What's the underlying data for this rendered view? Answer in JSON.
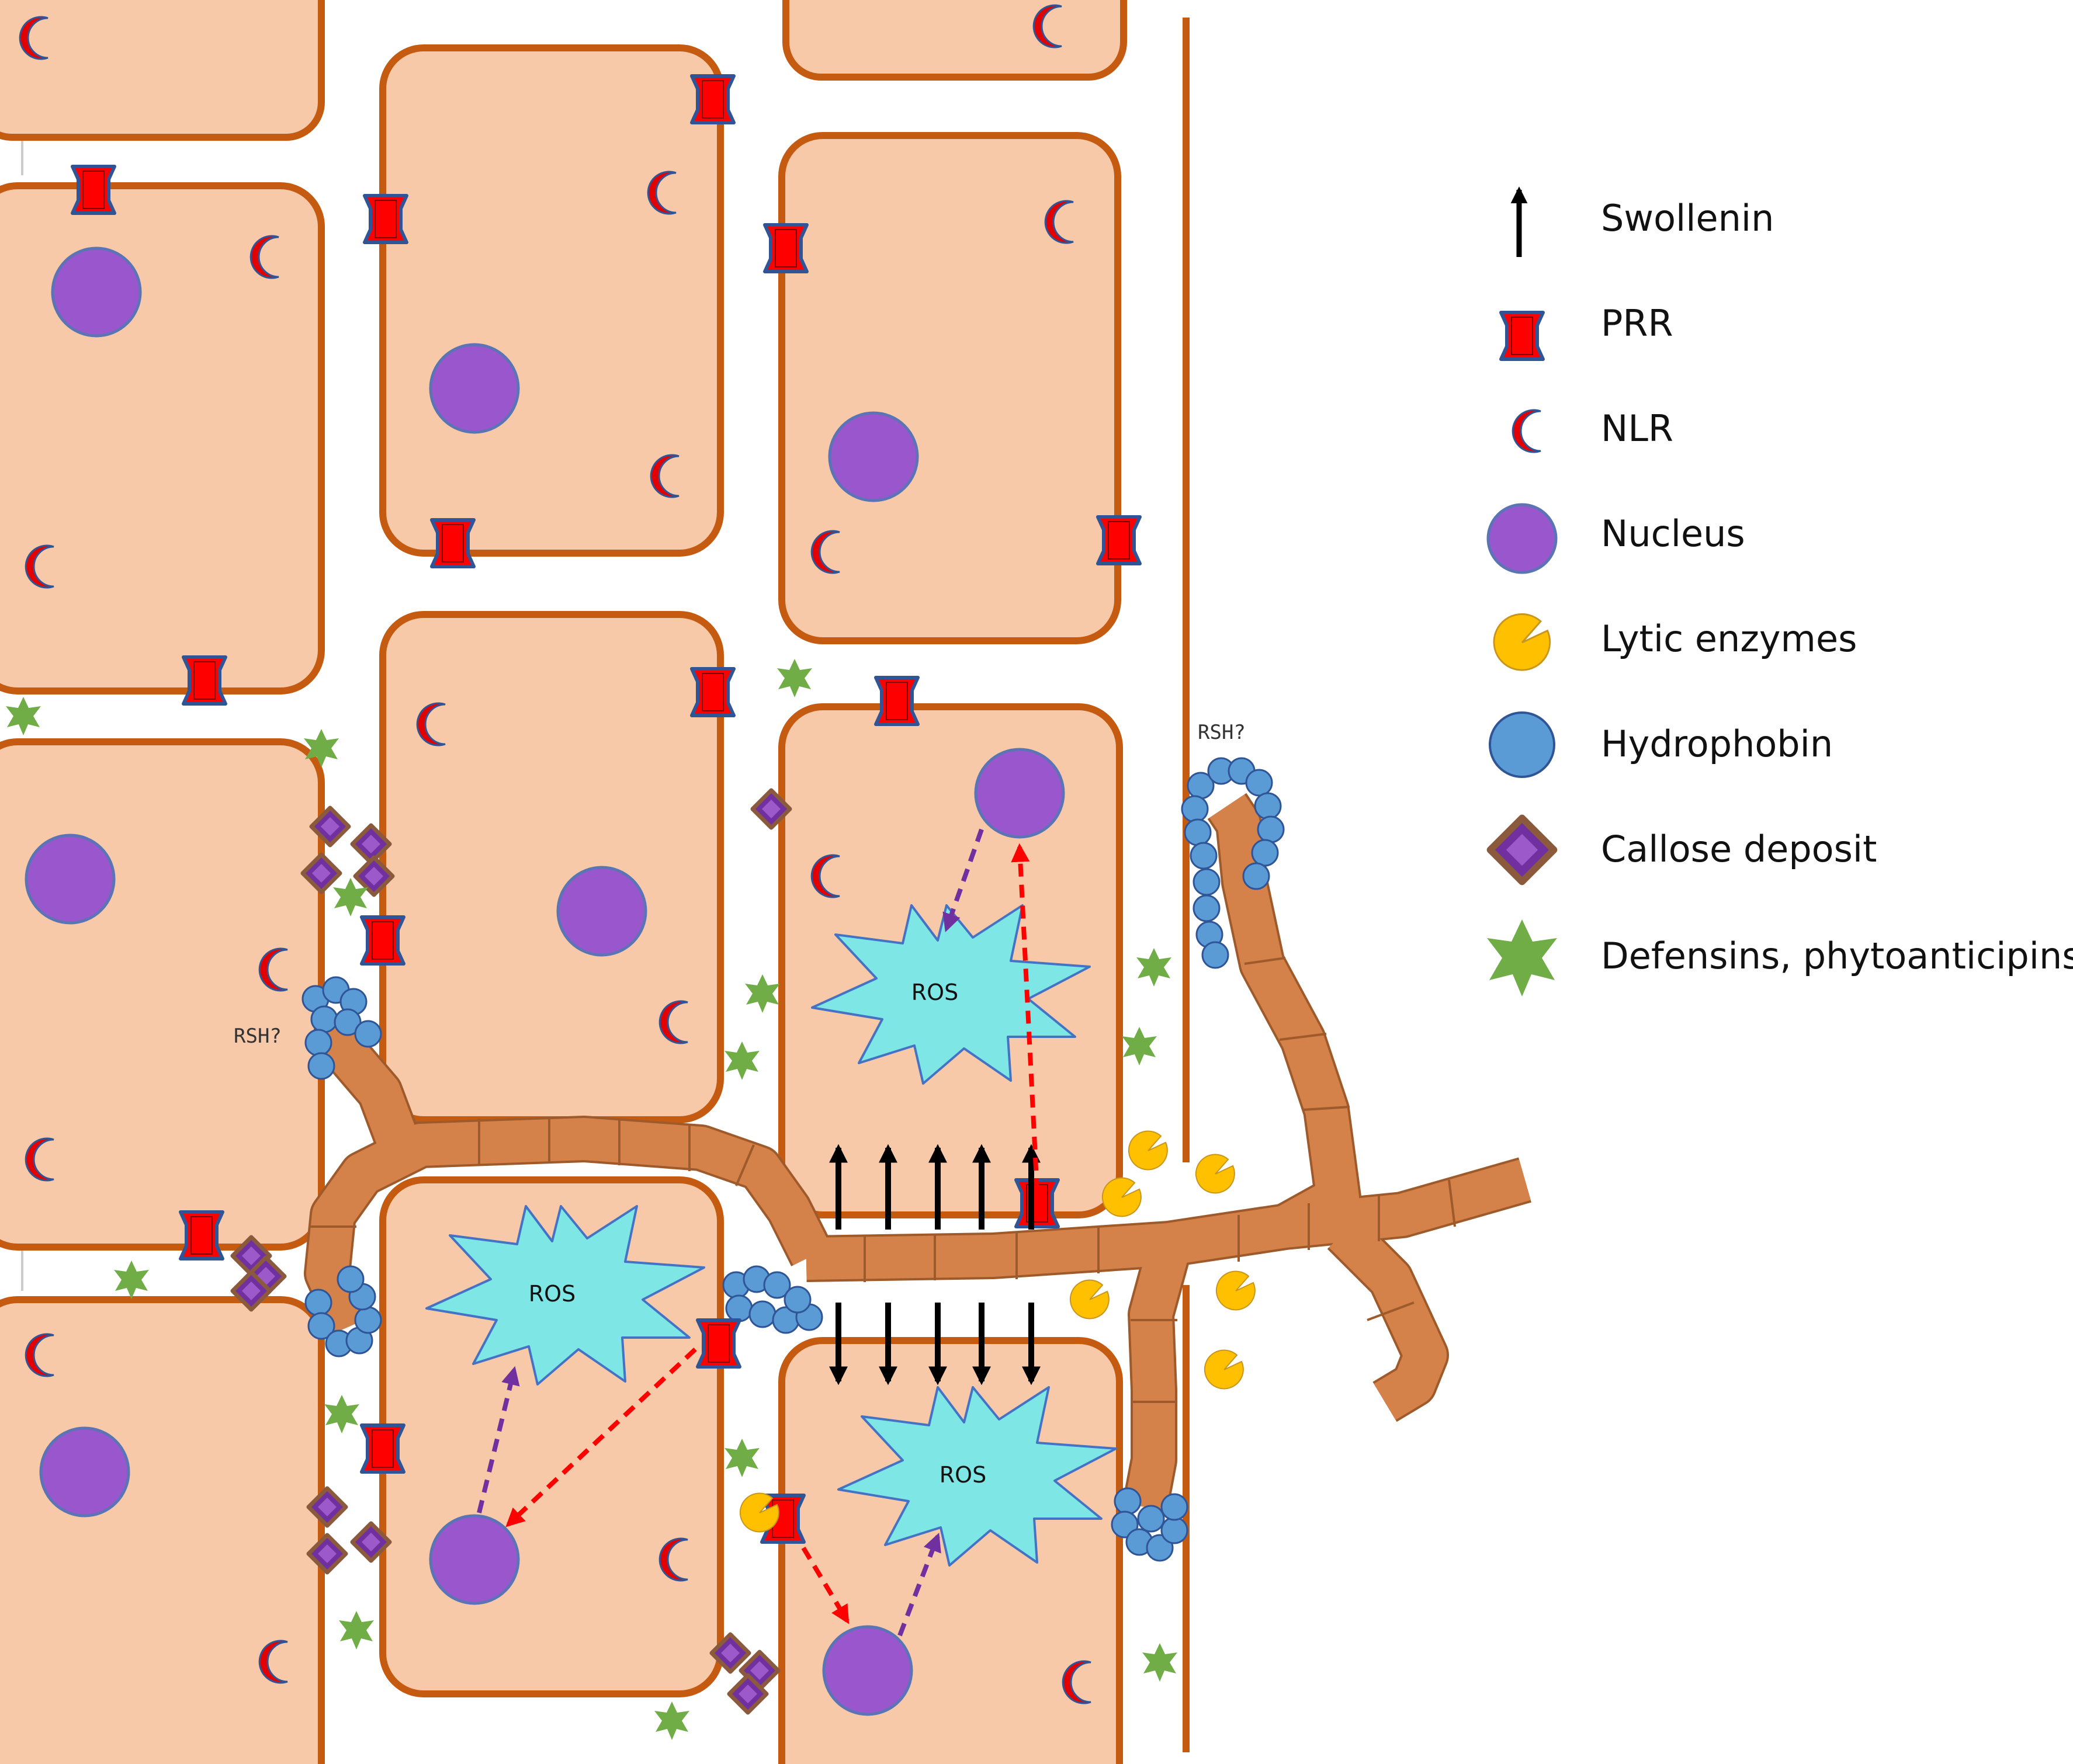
{
  "labels": {
    "ros": "ROS",
    "rsh": "RSH?"
  },
  "legend": {
    "items": [
      {
        "label": "Swollenin",
        "icon": "swollenin-arrow-icon"
      },
      {
        "label": "PRR",
        "icon": "prr-receptor-icon"
      },
      {
        "label": "NLR",
        "icon": "nlr-crescent-icon"
      },
      {
        "label": "Nucleus",
        "icon": "nucleus-circle-icon"
      },
      {
        "label": "Lytic enzymes",
        "icon": "lytic-enzyme-pacman-icon"
      },
      {
        "label": "Hydrophobin",
        "icon": "hydrophobin-dot-icon"
      },
      {
        "label": "Callose deposit",
        "icon": "callose-diamond-icon"
      },
      {
        "label": "Defensins, phytoanticipins",
        "icon": "defensin-star-icon"
      }
    ]
  },
  "colors": {
    "cell_fill": "#F7C9A9",
    "cell_wall": "#C55A11",
    "hypha_fill": "#D4824A",
    "hypha_stroke": "#9E5A2A",
    "nucleus": "#9A57CD",
    "nucleus_stroke": "#5B74B5",
    "prr": "#FF0000",
    "prr_stroke": "#2F5597",
    "nlr": "#E30000",
    "ros_fill": "#7FE6E6",
    "ros_stroke": "#4472C4",
    "hydrophobin": "#5B9BD5",
    "callose": "#7030A0",
    "callose_stroke": "#8B5A3C",
    "defensin": "#70AD47",
    "lytic": "#FFC000",
    "arrow_red": "#FF0000",
    "arrow_purple": "#7030A0",
    "swollenin": "#000000"
  }
}
